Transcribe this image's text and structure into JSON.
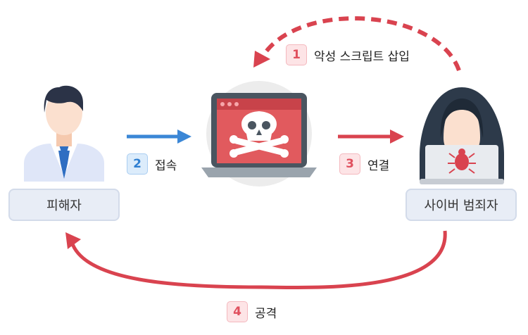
{
  "nodes": {
    "victim_label": "피해자",
    "criminal_label": "사이버 범죄자"
  },
  "steps": [
    {
      "number": "1",
      "text": "악성 스크립트 삽입",
      "color": "#e0505e"
    },
    {
      "number": "2",
      "text": "접속",
      "color": "#2f7fd1"
    },
    {
      "number": "3",
      "text": "연결",
      "color": "#e0505e"
    },
    {
      "number": "4",
      "text": "공격",
      "color": "#e0505e"
    }
  ],
  "icons": {
    "victim": "businessman-icon",
    "server": "infected-computer-icon",
    "attacker": "hooded-hacker-icon"
  }
}
